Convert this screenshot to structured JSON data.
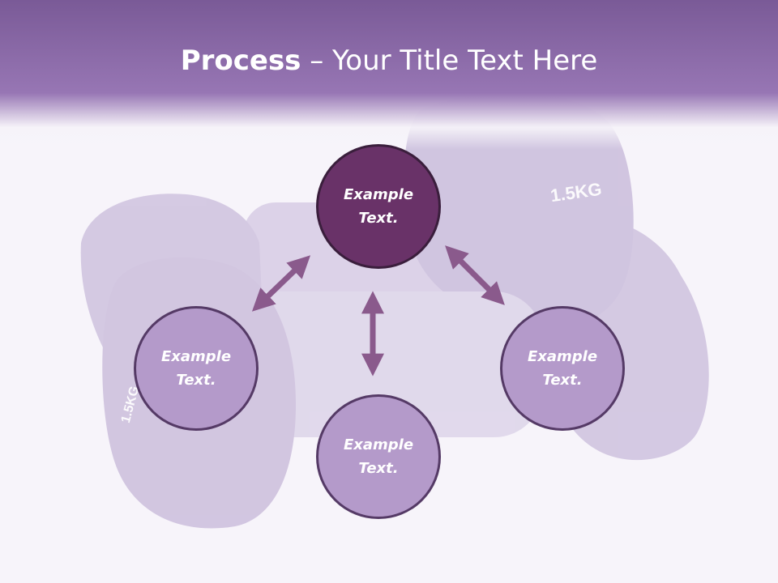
{
  "title": {
    "bold": "Process",
    "rest": " – Your Title Text Here"
  },
  "background": {
    "weight_label_right": "1.5KG",
    "weight_label_left": "1.5KG"
  },
  "nodes": {
    "top": {
      "line1": "Example",
      "line2": "Text."
    },
    "left": {
      "line1": "Example",
      "line2": "Text."
    },
    "right": {
      "line1": "Example",
      "line2": "Text."
    },
    "bottom": {
      "line1": "Example",
      "line2": "Text."
    }
  },
  "colors": {
    "header": "#9776b4",
    "node_fill": "#b49aca",
    "node_fill_highlight": "#693268",
    "arrow": "#8a5a8c"
  }
}
